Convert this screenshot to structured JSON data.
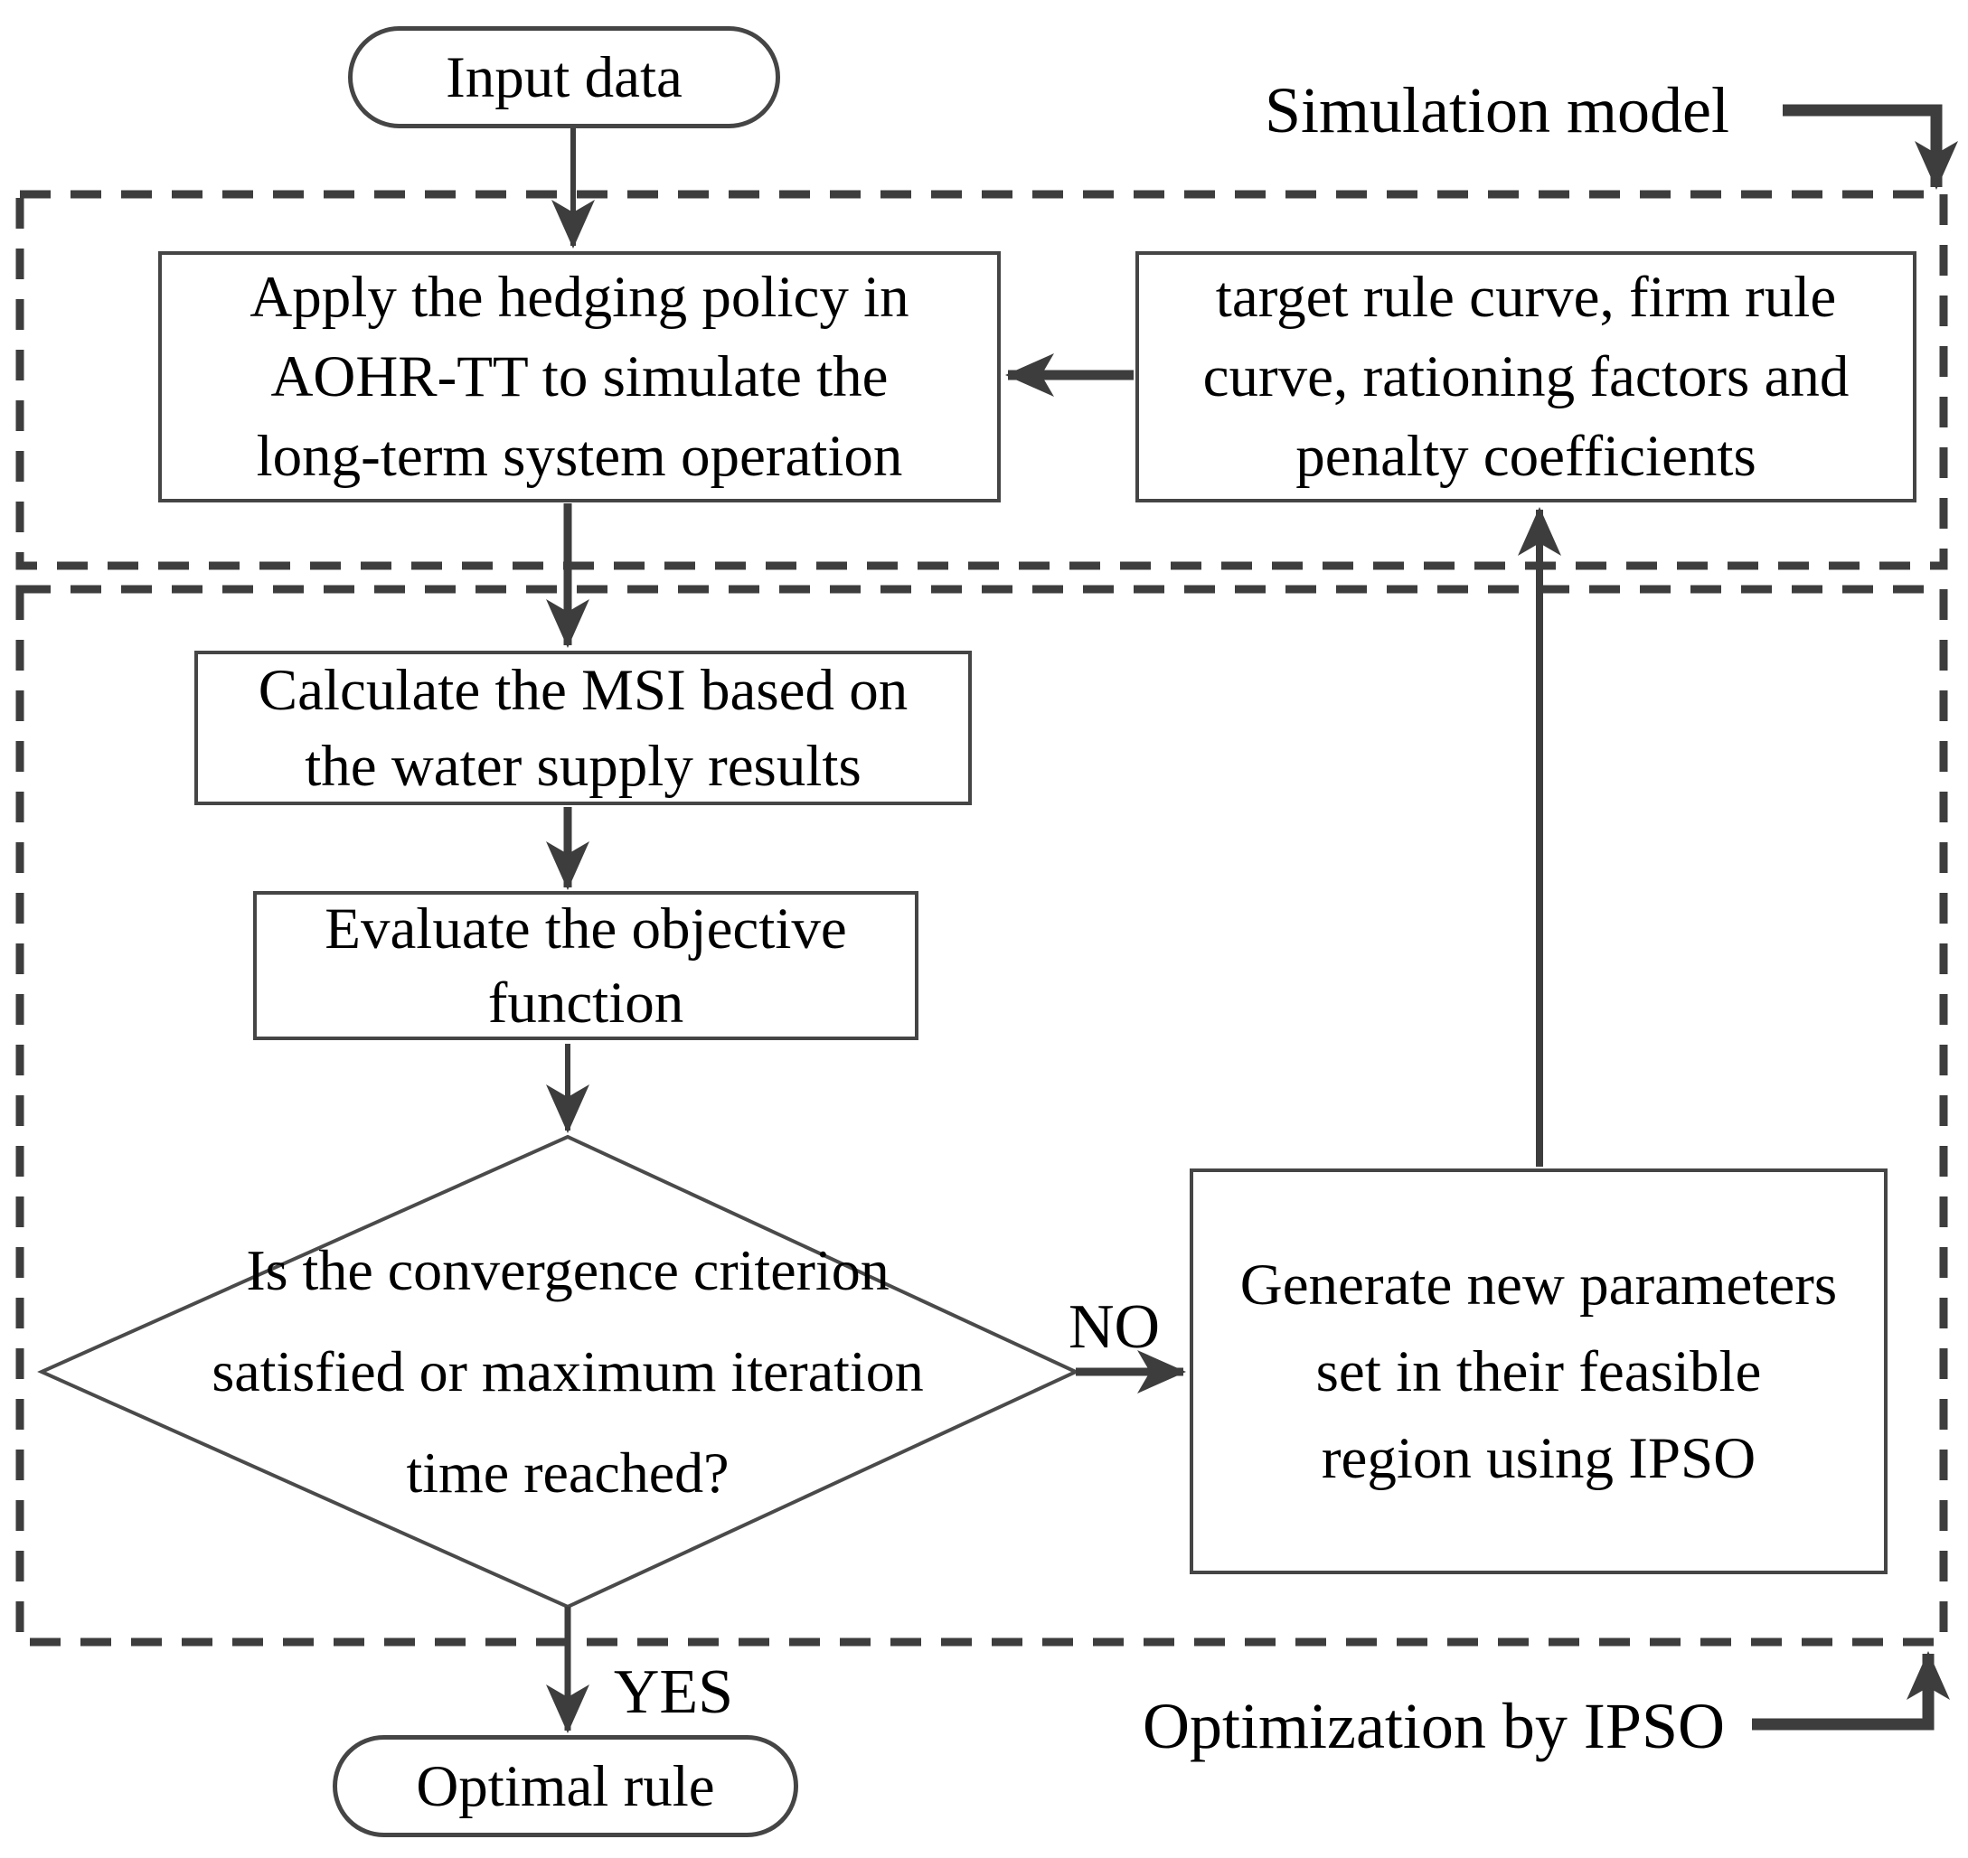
{
  "figure": {
    "background": "#ffffff",
    "stroke_color": "#3d3d3d",
    "text_color": "#000000"
  },
  "nodes": {
    "input": {
      "label": "Input data"
    },
    "apply": {
      "lines": [
        "Apply the hedging policy in",
        "AOHR-TT to simulate the",
        "long-term system operation"
      ]
    },
    "params": {
      "lines": [
        "target rule curve, firm rule",
        "curve, rationing factors  and",
        "penalty coefficients"
      ]
    },
    "calculate": {
      "lines": [
        "Calculate the MSI based on",
        "the water supply results"
      ]
    },
    "evaluate": {
      "lines": [
        "Evaluate the objective",
        "function"
      ]
    },
    "decision": {
      "lines": [
        "Is the convergence criterion",
        "satisfied or maximum iteration",
        "time reached?"
      ]
    },
    "generate": {
      "lines": [
        "Generate new parameters",
        "set in their feasible",
        "region using IPSO"
      ]
    },
    "optimal": {
      "label": "Optimal rule"
    }
  },
  "labels": {
    "simulation_model": "Simulation model",
    "optimization": "Optimization by IPSO",
    "no": "NO",
    "yes": "YES"
  }
}
